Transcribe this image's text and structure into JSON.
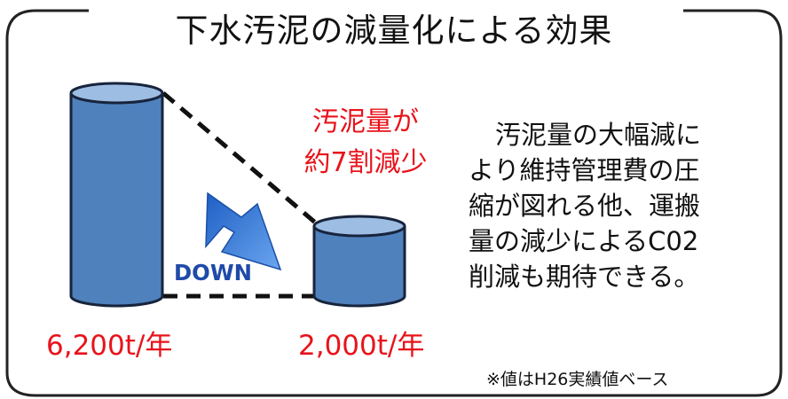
{
  "title": "下水汚泥の減量化による効果",
  "reduction_label": [
    "汚泥量が",
    "約7割減少"
  ],
  "before": {
    "label": "6,200t/年",
    "value": 6200
  },
  "after": {
    "label": "2,000t/年",
    "value": 2000
  },
  "arrow_text": "DOWN",
  "description": [
    "汚泥量の大幅減に",
    "より維持管理費の圧",
    "縮が図れる他、運搬",
    "量の減少によるC02",
    "削減も期待できる。"
  ],
  "note": "※値はH26実績値ベース",
  "colors": {
    "cylinder_body": "#4f81bd",
    "cylinder_top": "#9dbde3",
    "cylinder_edge": "#17243c",
    "accent_red": "#e8131b",
    "arrow": "#2e6fd0"
  }
}
